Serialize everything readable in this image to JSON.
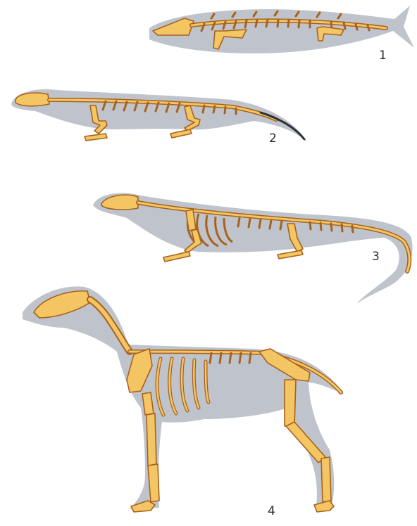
{
  "figure": {
    "colors": {
      "background": "#ffffff",
      "silhouette": "#bfc3cc",
      "bone_fill": "#f3c563",
      "bone_outline": "#a8621c",
      "label": "#2a2a2a"
    },
    "panels": [
      {
        "id": "fish",
        "number": "1"
      },
      {
        "id": "amphibian",
        "number": "2"
      },
      {
        "id": "reptile",
        "number": "3"
      },
      {
        "id": "mammal",
        "number": "4"
      }
    ]
  }
}
